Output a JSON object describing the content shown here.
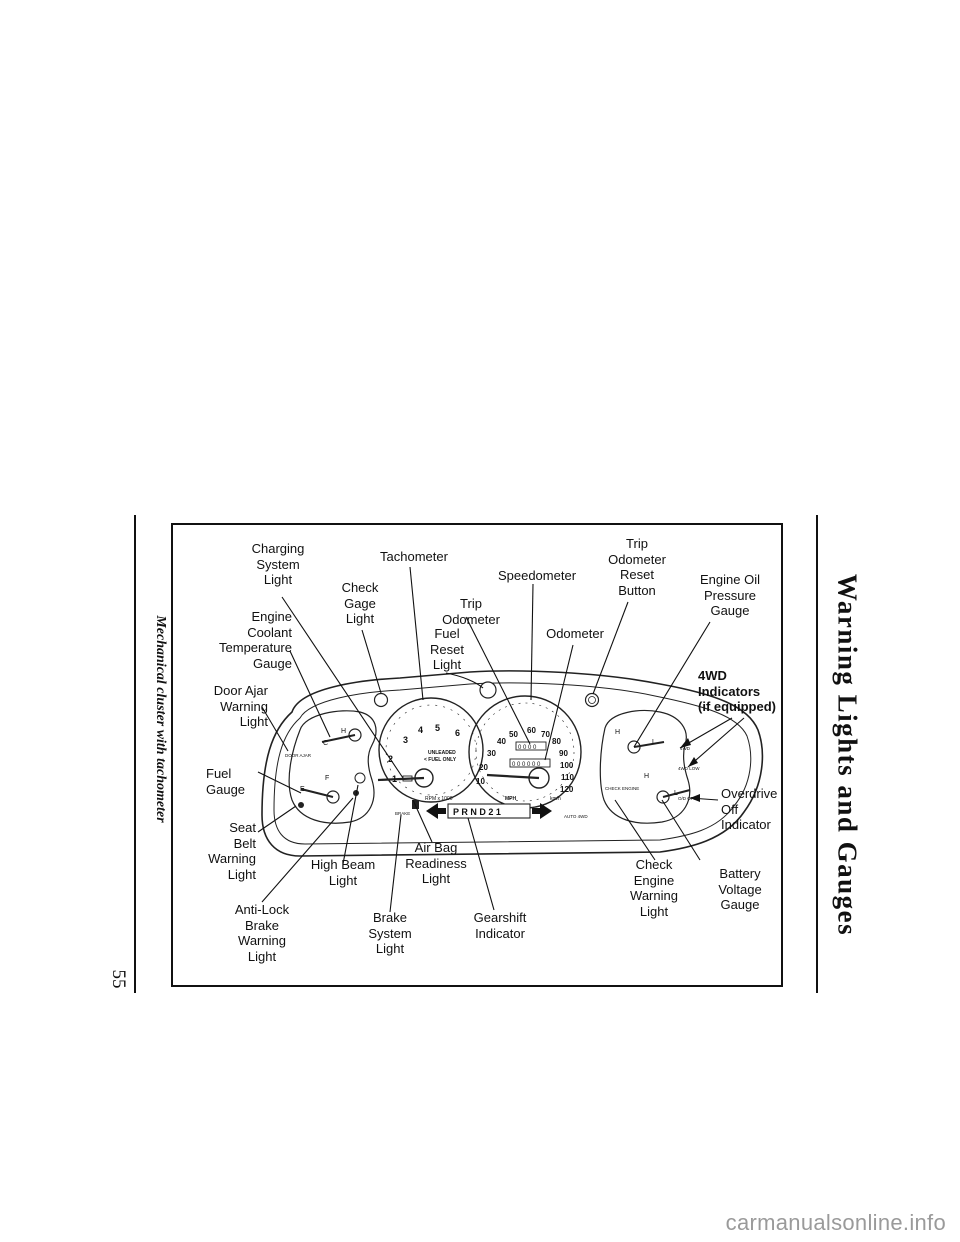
{
  "page": {
    "section_title": "Warning Lights and Gauges",
    "caption": "Mechanical cluster with tachometer",
    "page_number": "55",
    "footer": "carmanualsonline.info"
  },
  "labels": {
    "charging_system_light": "Charging\nSystem\nLight",
    "tachometer": "Tachometer",
    "check_gage_light": "Check\nGage\nLight",
    "trip_odometer": "Trip\nOdometer",
    "speedometer": "Speedometer",
    "trip_odometer_reset_button": "Trip\nOdometer\nReset\nButton",
    "engine_oil_pressure_gauge": "Engine Oil\nPressure\nGauge",
    "engine_coolant_temperature_gauge": "Engine\nCoolant\nTemperature\nGauge",
    "fuel_reset_light": "Fuel\nReset\nLight",
    "odometer": "Odometer",
    "door_ajar_warning_light": "Door Ajar\nWarning\nLight",
    "fwd_indicators": "4WD\nIndicators\n(if equipped)",
    "fuel_gauge": "Fuel\nGauge",
    "overdrive_off_indicator": "Overdrive\nOff\nIndicator",
    "seat_belt_warning_light": "Seat\nBelt\nWarning\nLight",
    "air_bag_readiness_light": "Air Bag\nReadiness\nLight",
    "high_beam_light": "High Beam\nLight",
    "check_engine_warning_light": "Check\nEngine\nWarning\nLight",
    "battery_voltage_gauge": "Battery\nVoltage\nGauge",
    "anti_lock_brake_warning_light": "Anti-Lock\nBrake\nWarning\nLight",
    "brake_system_light": "Brake\nSystem\nLight",
    "gearshift_indicator": "Gearshift\nIndicator"
  },
  "cluster": {
    "tach_ticks": [
      "1",
      "2",
      "3",
      "4",
      "5",
      "6"
    ],
    "tach_text1": "UNLEADED",
    "tach_text2": "< FUEL ONLY",
    "tach_units": "RPM x 1000",
    "speedo_ticks": [
      "10",
      "20",
      "30",
      "40",
      "50",
      "60",
      "70",
      "80",
      "90",
      "100",
      "110",
      "120"
    ],
    "speedo_units_mph": "MPH",
    "speedo_units_kmh": "km/h",
    "trip_display": "0 0 0 0",
    "odometer_display": "0 0 0 0 0 0",
    "gear_display": "P  R  N  D  2  1",
    "temp_h": "H",
    "temp_c": "C",
    "fuel_f": "F",
    "fuel_e": "E",
    "oil_h": "H",
    "oil_l": "L",
    "volt_h": "H",
    "volt_l": "L",
    "door_ajar_tag": "DOOR AJAR",
    "brake_tag": "BRAKE",
    "check_engine_tag": "CHECK ENGINE",
    "fwd_tag": "4WD",
    "fwd_low_tag": "4WD LOW",
    "od_off_tag": "O/D OFF",
    "auto_4wd_tag": "AUTO 4WD"
  }
}
